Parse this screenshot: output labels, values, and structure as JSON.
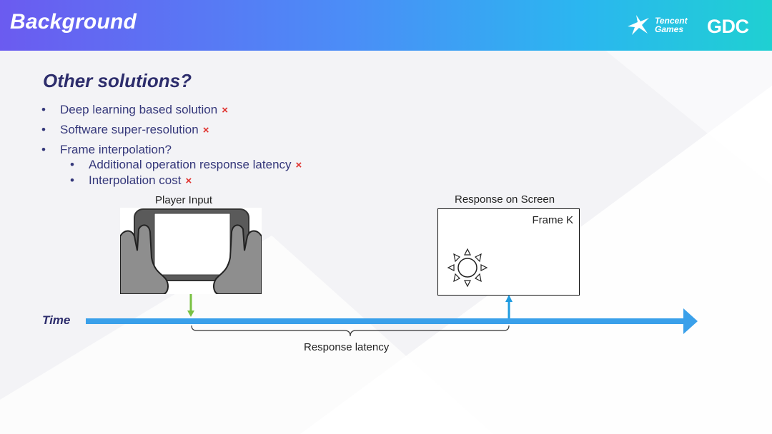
{
  "header": {
    "title": "Background",
    "logo_tencent_line1": "Tencent",
    "logo_tencent_line2": "Games",
    "logo_gdc": "GDC"
  },
  "section_title": "Other solutions?",
  "bullets": [
    {
      "text": "Deep learning based solution",
      "mark": "×"
    },
    {
      "text": "Software super-resolution",
      "mark": "×"
    },
    {
      "text": "Frame interpolation?",
      "mark": ""
    }
  ],
  "sub_bullets": [
    {
      "text": "Additional operation response latency",
      "mark": "×"
    },
    {
      "text": "Interpolation cost",
      "mark": "×"
    }
  ],
  "diagram": {
    "player_input_label": "Player Input",
    "response_label": "Response on Screen",
    "frame_label": "Frame K",
    "time_label": "Time",
    "latency_label": "Response latency"
  },
  "colors": {
    "timeline": "#3aa0ea",
    "input_arrow": "#7ac143",
    "response_arrow": "#1e9be0",
    "cross": "#e0312d"
  },
  "icons": [
    "tencent-games-logo-icon",
    "gdc-logo-icon",
    "phone-hands-icon",
    "sun-icon"
  ]
}
